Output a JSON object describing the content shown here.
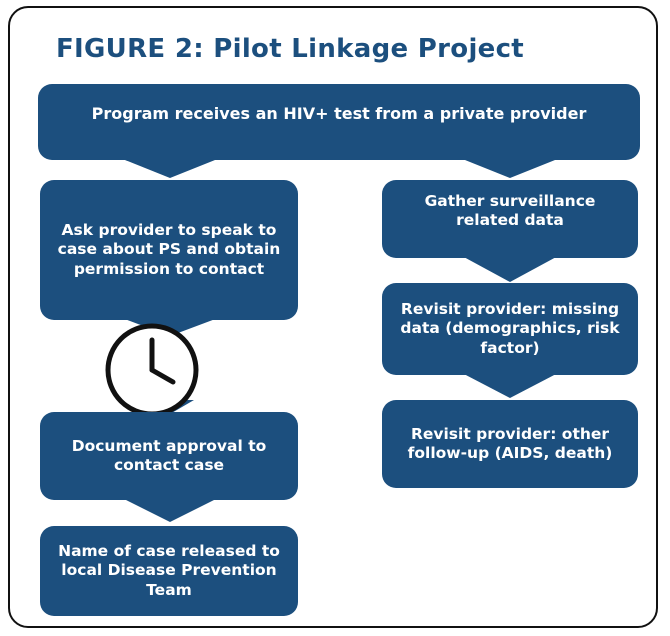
{
  "figure": {
    "title": "FIGURE 2: Pilot Linkage Project",
    "colors": {
      "primary": "#1c4f7e",
      "frame": "#111111",
      "background": "#ffffff"
    },
    "boxes": {
      "program_receives": "Program receives an HIV+ test from a private provider",
      "ask_provider": "Ask provider to speak to case about PS and obtain permission to contact",
      "document_approval": "Document approval to contact case",
      "name_released": "Name of case released to local Disease Prevention Team",
      "gather_data": "Gather surveillance related data",
      "revisit_missing": "Revisit provider: missing data (demographics, risk factor)",
      "revisit_followup": "Revisit provider: other follow-up (AIDS, death)"
    },
    "icons": {
      "wait": "clock-icon"
    }
  }
}
